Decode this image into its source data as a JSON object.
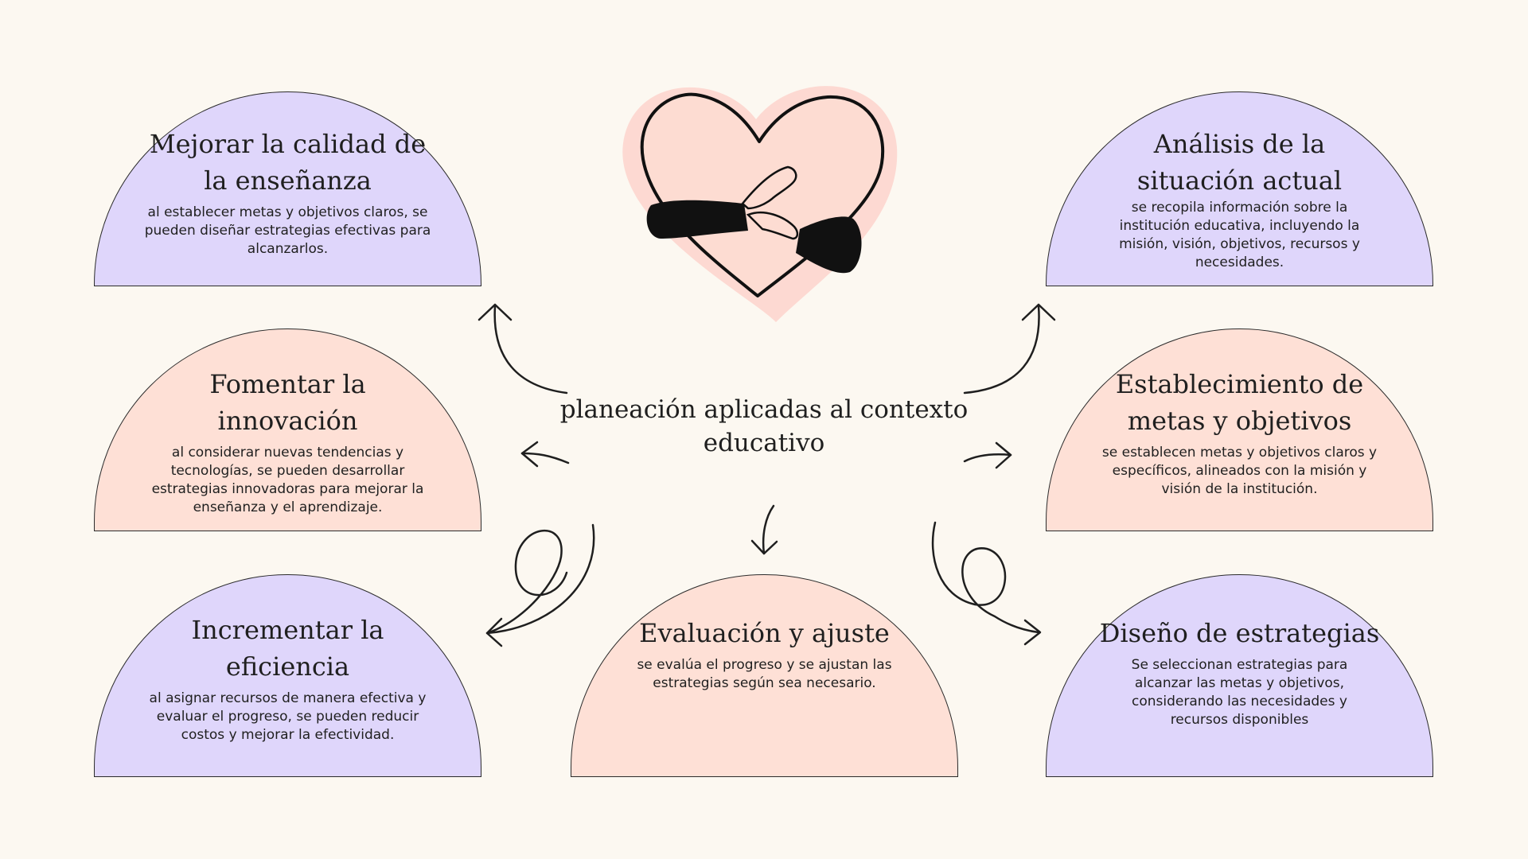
{
  "center": {
    "title": "planeación aplicadas al contexto educativo"
  },
  "cards": {
    "mejorar": {
      "title": "Mejorar la calidad de la enseñanza",
      "desc": "al establecer metas y objetivos claros, se pueden diseñar estrategias efectivas para alcanzarlos."
    },
    "fomentar": {
      "title": "Fomentar la innovación",
      "desc": "al considerar nuevas tendencias y tecnologías, se pueden desarrollar estrategias innovadoras para mejorar la enseñanza y el aprendizaje."
    },
    "incrementar": {
      "title": "Incrementar la eficiencia",
      "desc": "al asignar recursos de manera efectiva y evaluar el progreso, se pueden reducir costos y mejorar la efectividad."
    },
    "evaluacion": {
      "title": "Evaluación y ajuste",
      "desc": "se evalúa el progreso y se ajustan las estrategias según sea necesario."
    },
    "analisis": {
      "title": "Análisis de la situación actual",
      "desc": "se recopila información sobre la institución educativa, incluyendo la misión, visión, objetivos, recursos y necesidades."
    },
    "establecimiento": {
      "title": "Establecimiento de metas y objetivos",
      "desc": "se establecen metas y objetivos claros y específicos, alineados con la misión y visión de la institución."
    },
    "diseno": {
      "title": "Diseño de estrategias",
      "desc": "Se seleccionan estrategias para alcanzar las metas y objetivos, considerando las necesidades y recursos disponibles"
    }
  },
  "colors": {
    "background": "#fcf8f1",
    "purple": "#dfd6fb",
    "peach": "#fee0d6",
    "heart_bg": "#fdd9d2",
    "heart_fill": "#fddcd2",
    "stroke": "#1f1f1f"
  },
  "icons": {
    "hero": "heart-hug-icon"
  }
}
